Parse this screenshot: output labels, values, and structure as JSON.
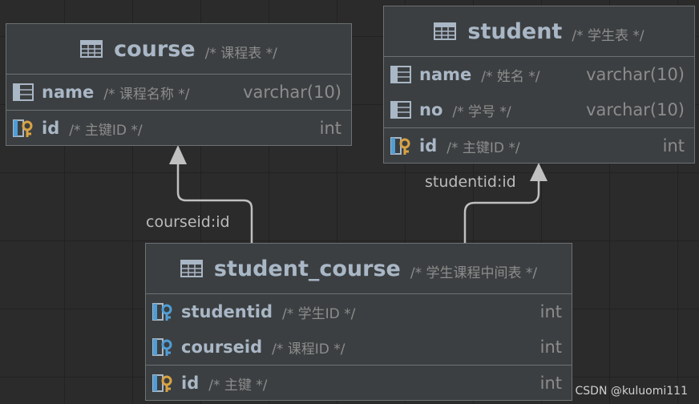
{
  "tables": {
    "course": {
      "name": "course",
      "comment": "/* 课程表 */",
      "columns": [
        {
          "name": "name",
          "comment": "/* 课程名称 */",
          "type": "varchar(10)"
        },
        {
          "name": "id",
          "comment": "/* 主键ID */",
          "type": "int"
        }
      ]
    },
    "student": {
      "name": "student",
      "comment": "/* 学生表 */",
      "columns": [
        {
          "name": "name",
          "comment": "/* 姓名 */",
          "type": "varchar(10)"
        },
        {
          "name": "no",
          "comment": "/* 学号 */",
          "type": "varchar(10)"
        },
        {
          "name": "id",
          "comment": "/* 主键ID */",
          "type": "int"
        }
      ]
    },
    "student_course": {
      "name": "student_course",
      "comment": "/* 学生课程中间表 */",
      "columns": [
        {
          "name": "studentid",
          "comment": "/* 学生ID */",
          "type": "int"
        },
        {
          "name": "courseid",
          "comment": "/* 课程ID */",
          "type": "int"
        },
        {
          "name": "id",
          "comment": "/* 主键 */",
          "type": "int"
        }
      ]
    }
  },
  "relations": {
    "courseid": "courseid:id",
    "studentid": "studentid:id"
  },
  "icons": {
    "table": "table-icon",
    "column": "column-icon",
    "key": "primary-key-icon",
    "foreign_key": "foreign-key-icon"
  },
  "colors": {
    "canvas": "#2b2b2b",
    "table_bg": "#3c3f41",
    "border": "#6e7173",
    "key_gold": "#d9a343",
    "fk_blue": "#4f9ed8",
    "edge": "#c0c0c0"
  },
  "watermark": "CSDN @kuluomi111"
}
